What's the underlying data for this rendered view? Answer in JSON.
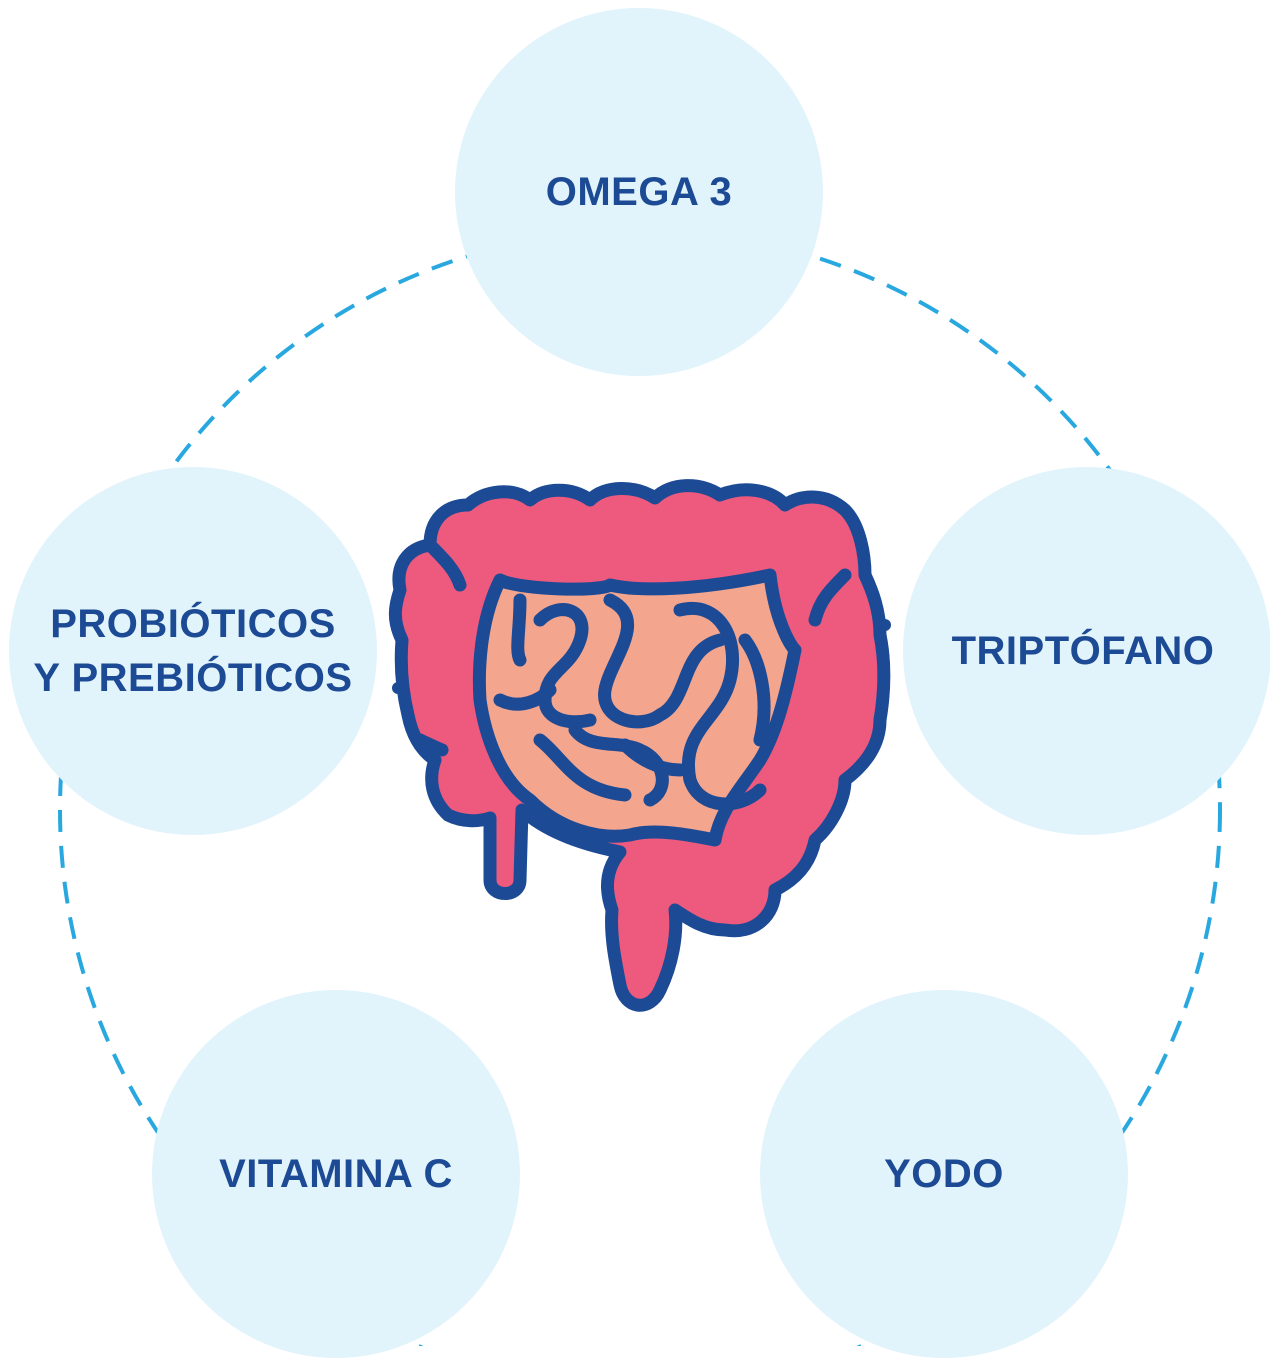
{
  "nodes": {
    "omega3": "OMEGA 3",
    "triptofano": "TRIPTÓFANO",
    "yodo": "YODO",
    "vitamina_c": "VITAMINA C",
    "probioticos_line1": "PROBIÓTICOS",
    "probioticos_line2": "Y PREBIÓTICOS"
  },
  "colors": {
    "circle_fill": "#e1f3fb",
    "label_text": "#1c4a94",
    "dashed_ring": "#29a8e0",
    "intestine_outer": "#ee5a7e",
    "intestine_outline": "#1c4a94",
    "small_intestine": "#f4a58e"
  },
  "center_icon": "intestine-icon"
}
